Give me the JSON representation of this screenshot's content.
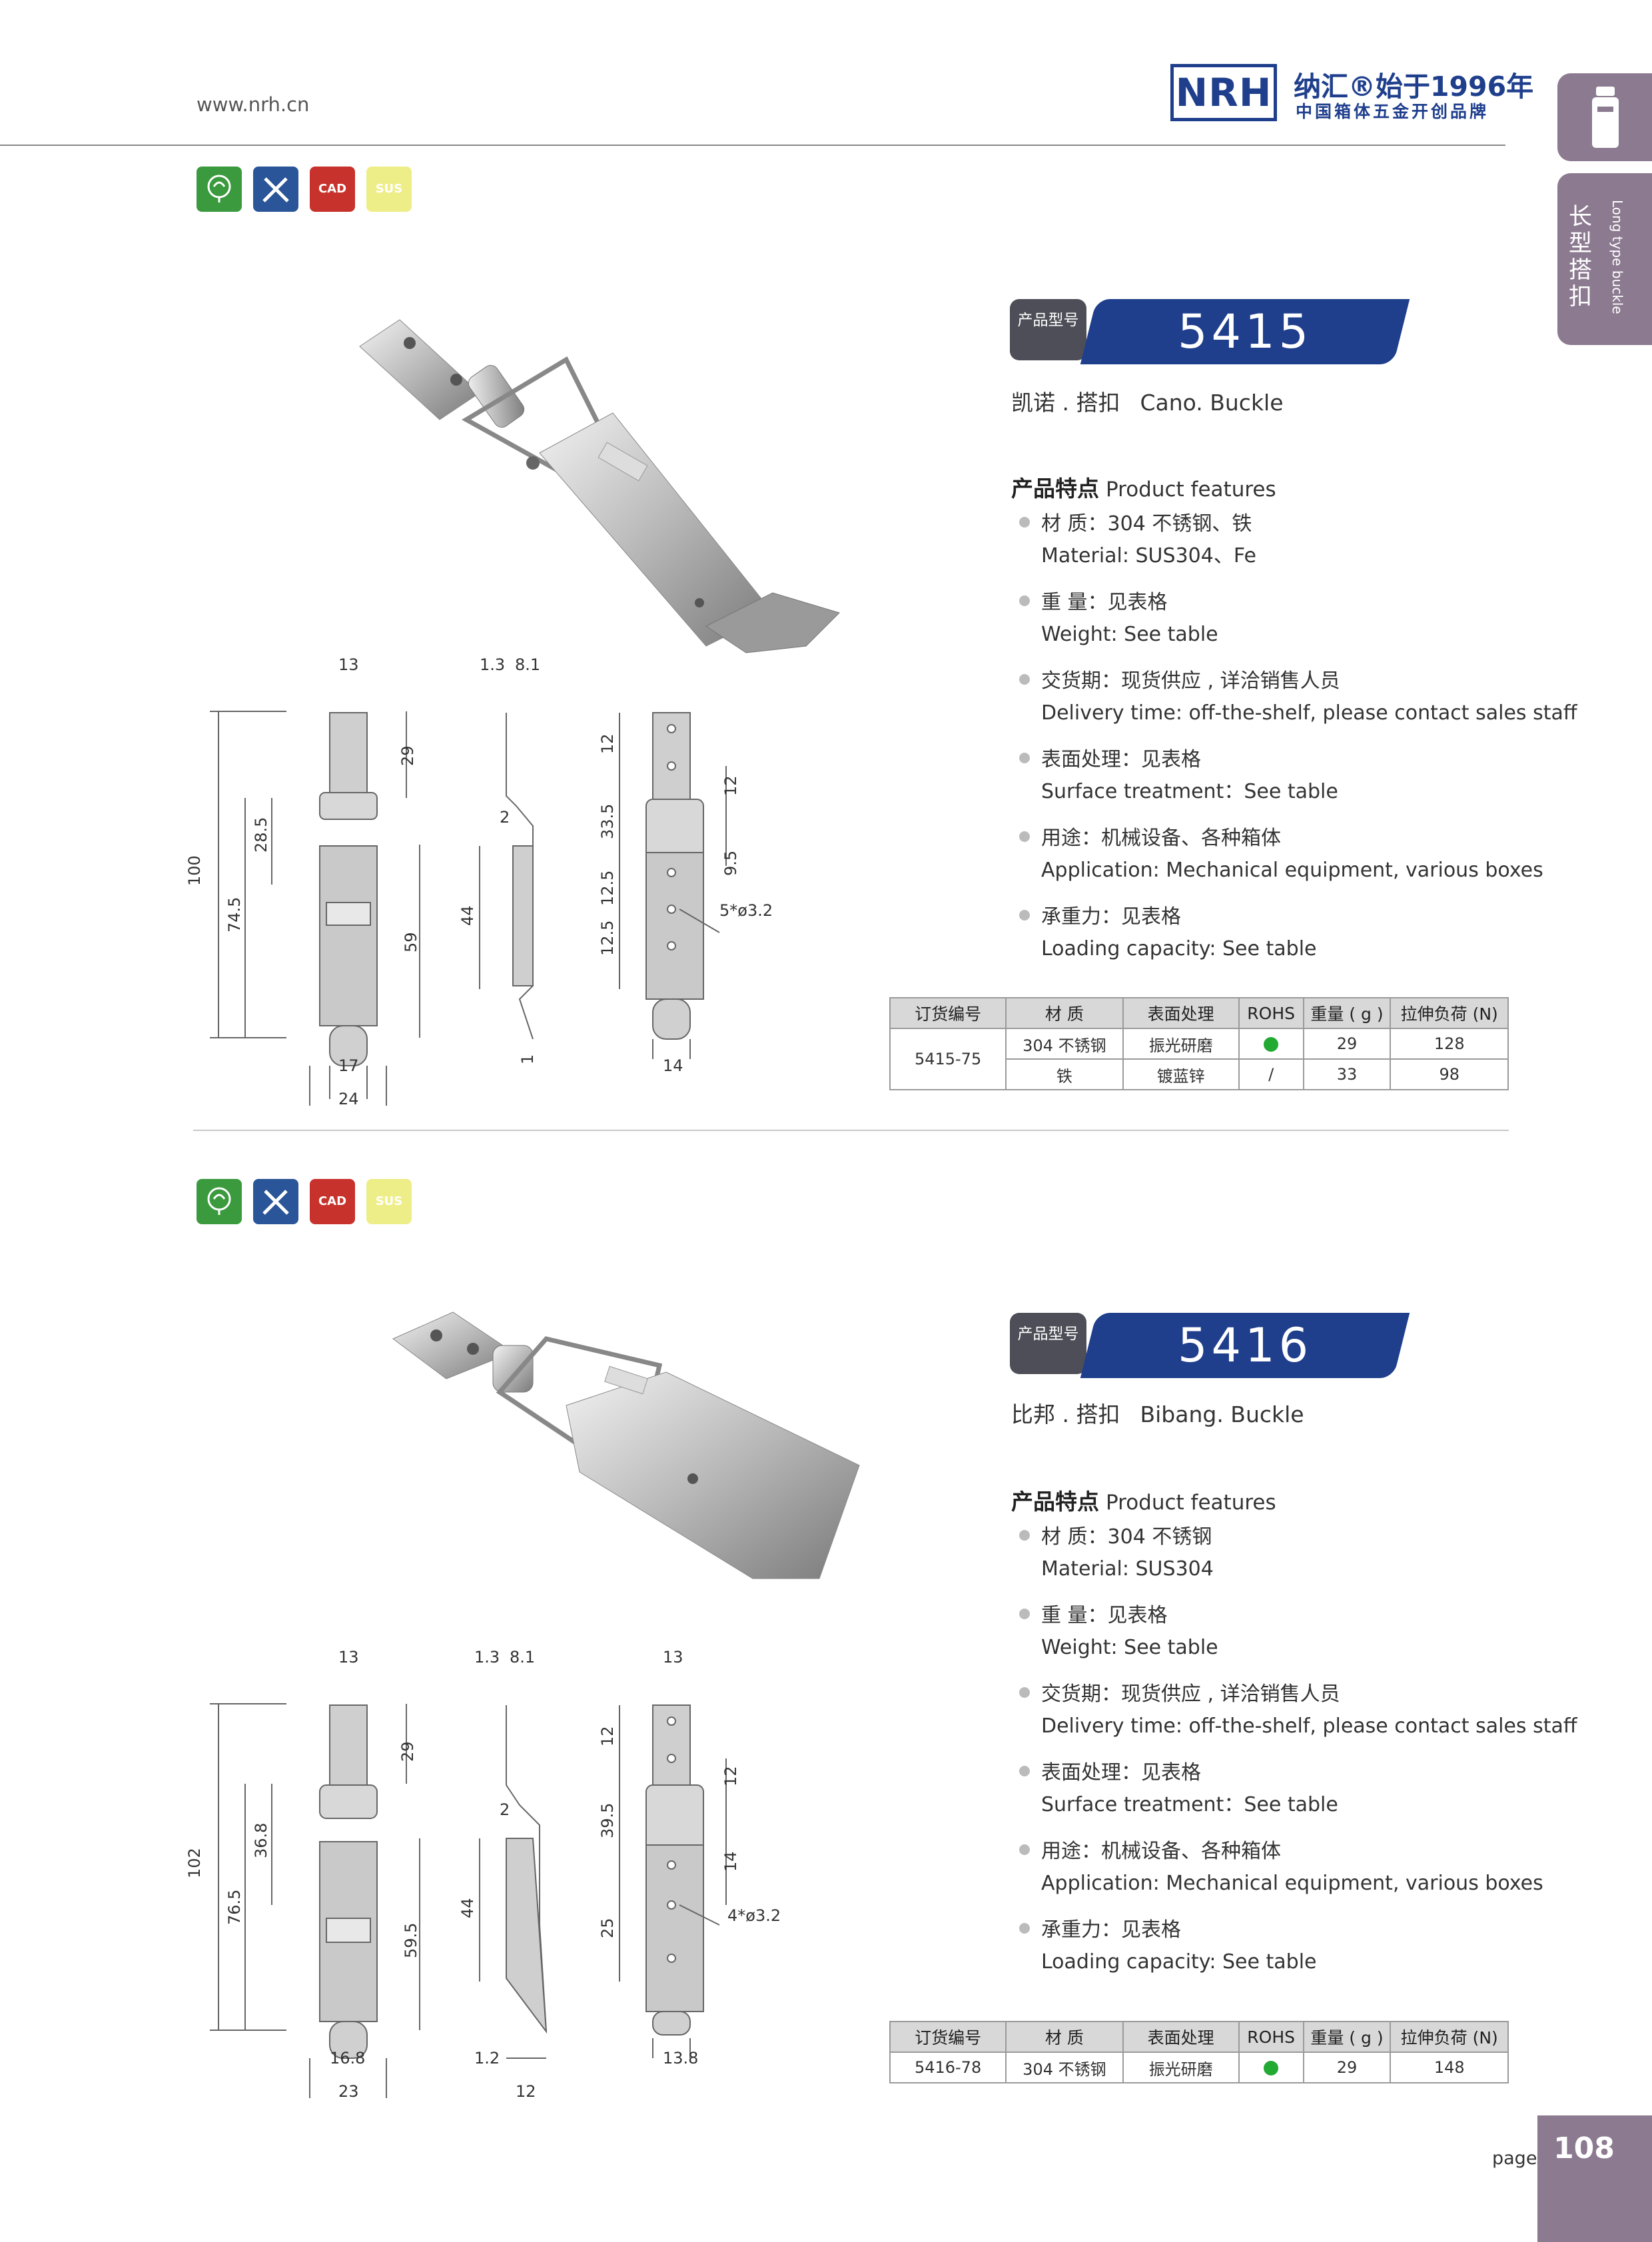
{
  "header": {
    "url": "www.nrh.cn",
    "brand_mark": "NRH",
    "brand_name": "纳汇®始于1996年",
    "brand_slogan": "中国箱体五金开创品牌"
  },
  "side_tab": {
    "cn": "长型搭扣",
    "en": "Long type buckle"
  },
  "badges": [
    "CAD",
    "SUS"
  ],
  "tag_label": "产品型号",
  "products": [
    {
      "code": "5415",
      "name_cn": "凯诺 . 搭扣",
      "name_en": "Cano. Buckle",
      "features_title_cn": "产品特点",
      "features_title_en": "Product features",
      "features": [
        {
          "cn": "材  质：304 不锈钢、铁",
          "en": "Material: SUS304、Fe"
        },
        {
          "cn": "重  量：见表格",
          "en": "Weight: See table"
        },
        {
          "cn": "交货期：现货供应 , 详洽销售人员",
          "en": "Delivery time: off-the-shelf, please contact sales staff"
        },
        {
          "cn": "表面处理：见表格",
          "en": "Surface treatment：See table"
        },
        {
          "cn": "用途：机械设备、各种箱体",
          "en": "Application: Mechanical equipment, various boxes"
        },
        {
          "cn": "承重力：见表格",
          "en": "Loading capacity: See table"
        }
      ],
      "table": {
        "headers": [
          "订货编号",
          "材  质",
          "表面处理",
          "ROHS",
          "重量 ( g )",
          "拉伸负荷 (N)"
        ],
        "order_no": "5415-75",
        "rows": [
          {
            "material": "304 不锈钢",
            "surface": "振光研磨",
            "rohs": "green-dot",
            "weight": "29",
            "load": "128"
          },
          {
            "material": "铁",
            "surface": "镀蓝锌",
            "rohs": "/",
            "weight": "33",
            "load": "98"
          }
        ]
      },
      "dims": {
        "front": {
          "top_width": "13",
          "top_h": "29",
          "mid": "28.5",
          "total": "100",
          "lower": "74.5",
          "body": "59",
          "w1": "17",
          "w2": "24"
        },
        "side": {
          "t1": "1.3",
          "t2": "8.1",
          "bend": "2",
          "h": "44",
          "tip": "1"
        },
        "back": {
          "a": "12",
          "b": "12",
          "c": "33.5",
          "d": "9.5",
          "e": "12.5",
          "f": "12.5",
          "holes": "5*ø3.2",
          "w": "14"
        }
      }
    },
    {
      "code": "5416",
      "name_cn": "比邦 . 搭扣",
      "name_en": "Bibang. Buckle",
      "features_title_cn": "产品特点",
      "features_title_en": "Product features",
      "features": [
        {
          "cn": "材  质：304 不锈钢",
          "en": "Material: SUS304"
        },
        {
          "cn": "重  量：见表格",
          "en": "Weight: See table"
        },
        {
          "cn": "交货期：现货供应 , 详洽销售人员",
          "en": "Delivery time: off-the-shelf, please contact sales staff"
        },
        {
          "cn": "表面处理：见表格",
          "en": "Surface treatment：See table"
        },
        {
          "cn": "用途：机械设备、各种箱体",
          "en": "Application: Mechanical equipment, various boxes"
        },
        {
          "cn": "承重力：见表格",
          "en": "Loading capacity: See table"
        }
      ],
      "table": {
        "headers": [
          "订货编号",
          "材  质",
          "表面处理",
          "ROHS",
          "重量 ( g )",
          "拉伸负荷 (N)"
        ],
        "rows": [
          {
            "order_no": "5416-78",
            "material": "304 不锈钢",
            "surface": "振光研磨",
            "rohs": "green-dot",
            "weight": "29",
            "load": "148"
          }
        ]
      },
      "dims": {
        "front": {
          "top_width": "13",
          "top_h": "29",
          "mid": "36.8",
          "total": "102",
          "lower": "76.5",
          "body": "59.5",
          "w1": "16.8",
          "w2": "23"
        },
        "side": {
          "t1": "1.3",
          "t2": "8.1",
          "bend": "2",
          "h": "44",
          "b1": "1.2",
          "b2": "12"
        },
        "back": {
          "top": "13",
          "a": "12",
          "b": "12",
          "c": "39.5",
          "d": "14",
          "e": "25",
          "holes": "4*ø3.2",
          "w": "13.8"
        }
      }
    }
  ],
  "footer": {
    "page_label": "page",
    "page_number": "108"
  }
}
